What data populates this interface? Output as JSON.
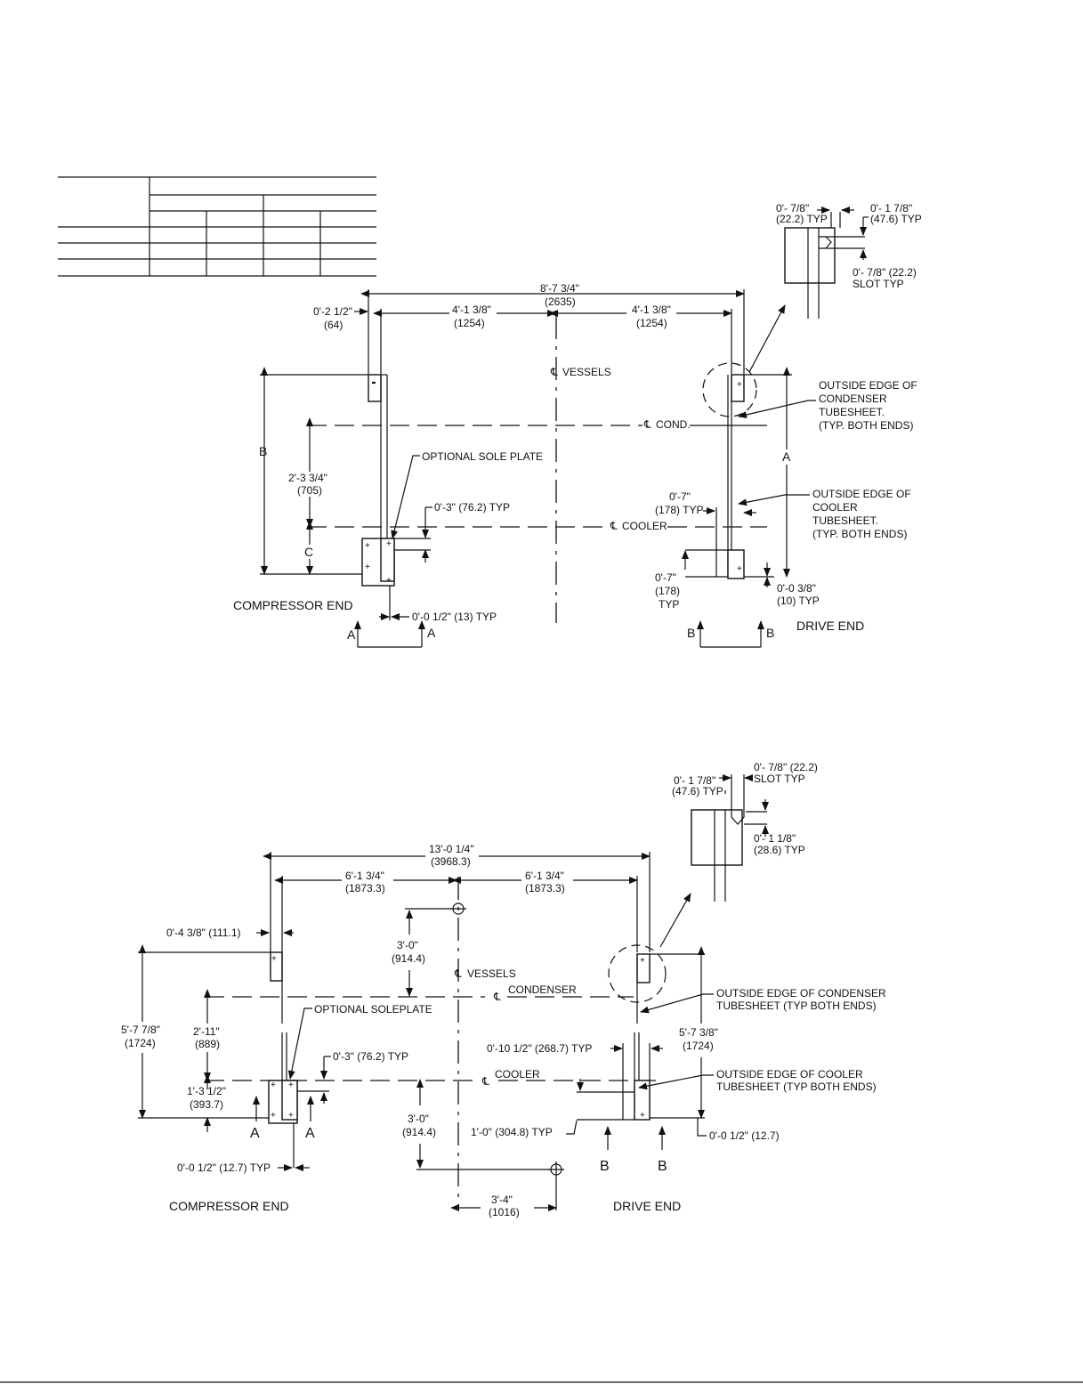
{
  "top_view": {
    "dims": {
      "overall": "8'-7 3/4\"",
      "overall_mm": "(2635)",
      "left_half": "4'-1 3/8\"",
      "left_half_mm": "(1254)",
      "right_half": "4'-1 3/8\"",
      "right_half_mm": "(1254)",
      "offset": "0'-2 1/2\"",
      "offset_mm": "(64)",
      "cond_cooler": "2'-3 3/4\"",
      "cond_cooler_mm": "(705)",
      "sole": "0'-3\" (76.2) TYP",
      "drive_offset": "0'-7\"",
      "drive_offset_mm": "(178) TYP",
      "drive_bottom": "0'-7\"",
      "drive_bottom_mm": "(178)",
      "drive_bottom_typ": "TYP",
      "edge": "0'-0 3/8\"",
      "edge_mm": "(10) TYP",
      "comp_edge": "0'-0 1/2\" (13) TYP"
    },
    "letters": {
      "b": "B",
      "c": "C",
      "a": "A"
    },
    "labels": {
      "vessels": "VESSELS",
      "cond": "COND.",
      "cooler": "COOLER",
      "sole_plate": "OPTIONAL SOLE PLATE",
      "cond_edge_1": "OUTSIDE EDGE OF",
      "cond_edge_2": "CONDENSER",
      "cond_edge_3": "TUBESHEET.",
      "cond_edge_4": "(TYP. BOTH ENDS)",
      "cool_edge_1": "OUTSIDE EDGE OF",
      "cool_edge_2": "COOLER",
      "cool_edge_3": "TUBESHEET.",
      "cool_edge_4": "(TYP. BOTH ENDS)",
      "compressor_end": "COMPRESSOR END",
      "drive_end": "DRIVE END"
    },
    "section": {
      "a": "A",
      "b": "B"
    },
    "detail": {
      "d1": "0'- 7/8\"",
      "d1_mm": "(22.2) TYP",
      "d2": "0'- 1 7/8\"",
      "d2_mm": "(47.6) TYP",
      "d3": "0'- 7/8\" (22.2)",
      "d3_typ": "SLOT TYP"
    }
  },
  "bottom_view": {
    "dims": {
      "overall": "13'-0 1/4\"",
      "overall_mm": "(3968.3)",
      "left_half": "6'-1 3/4\"",
      "left_half_mm": "(1873.3)",
      "right_half": "6'-1 3/4\"",
      "right_half_mm": "(1873.3)",
      "offset": "0'-4 3/8\" (111.1)",
      "up": "3'-0\"",
      "up_mm": "(914.4)",
      "height": "5'-7 7/8\"",
      "height_mm": "(1724)",
      "cond_cooler": "2'-11\"",
      "cond_cooler_mm": "(889)",
      "cool_bottom": "1'-3 1/2\"",
      "cool_bottom_mm": "(393.7)",
      "sole": "0'-3\" (76.2) TYP",
      "down": "3'-0\"",
      "down_mm": "(914.4)",
      "comp_edge": "0'-0 1/2\" (12.7) TYP",
      "horiz": "3'-4\"",
      "horiz_mm": "(1016)",
      "drive_height": "5'-7 3/8\"",
      "drive_height_mm": "(1724)",
      "drive_offset": "0'-10 1/2\" (268.7) TYP",
      "drive_bottom": "1'-0\" (304.8) TYP",
      "edge": "0'-0 1/2\" (12.7)"
    },
    "labels": {
      "vessels": "VESSELS",
      "condenser": "CONDENSER",
      "cooler": "COOLER",
      "soleplate": "OPTIONAL SOLEPLATE",
      "cond_edge_1": "OUTSIDE EDGE OF CONDENSER",
      "cond_edge_2": "TUBESHEET (TYP BOTH ENDS)",
      "cool_edge_1": "OUTSIDE EDGE OF  COOLER",
      "cool_edge_2": "TUBESHEET (TYP BOTH ENDS)",
      "compressor_end": "COMPRESSOR END",
      "drive_end": "DRIVE END"
    },
    "section": {
      "a": "A",
      "b": "B"
    },
    "detail": {
      "d1": "0'- 7/8\" (22.2)",
      "d1_typ": "SLOT TYP",
      "d2": "0'- 1 7/8\"",
      "d2_mm": "(47.6) TYP",
      "d3": "0'- 1 1/8\"",
      "d3_mm": "(28.6) TYP"
    }
  }
}
